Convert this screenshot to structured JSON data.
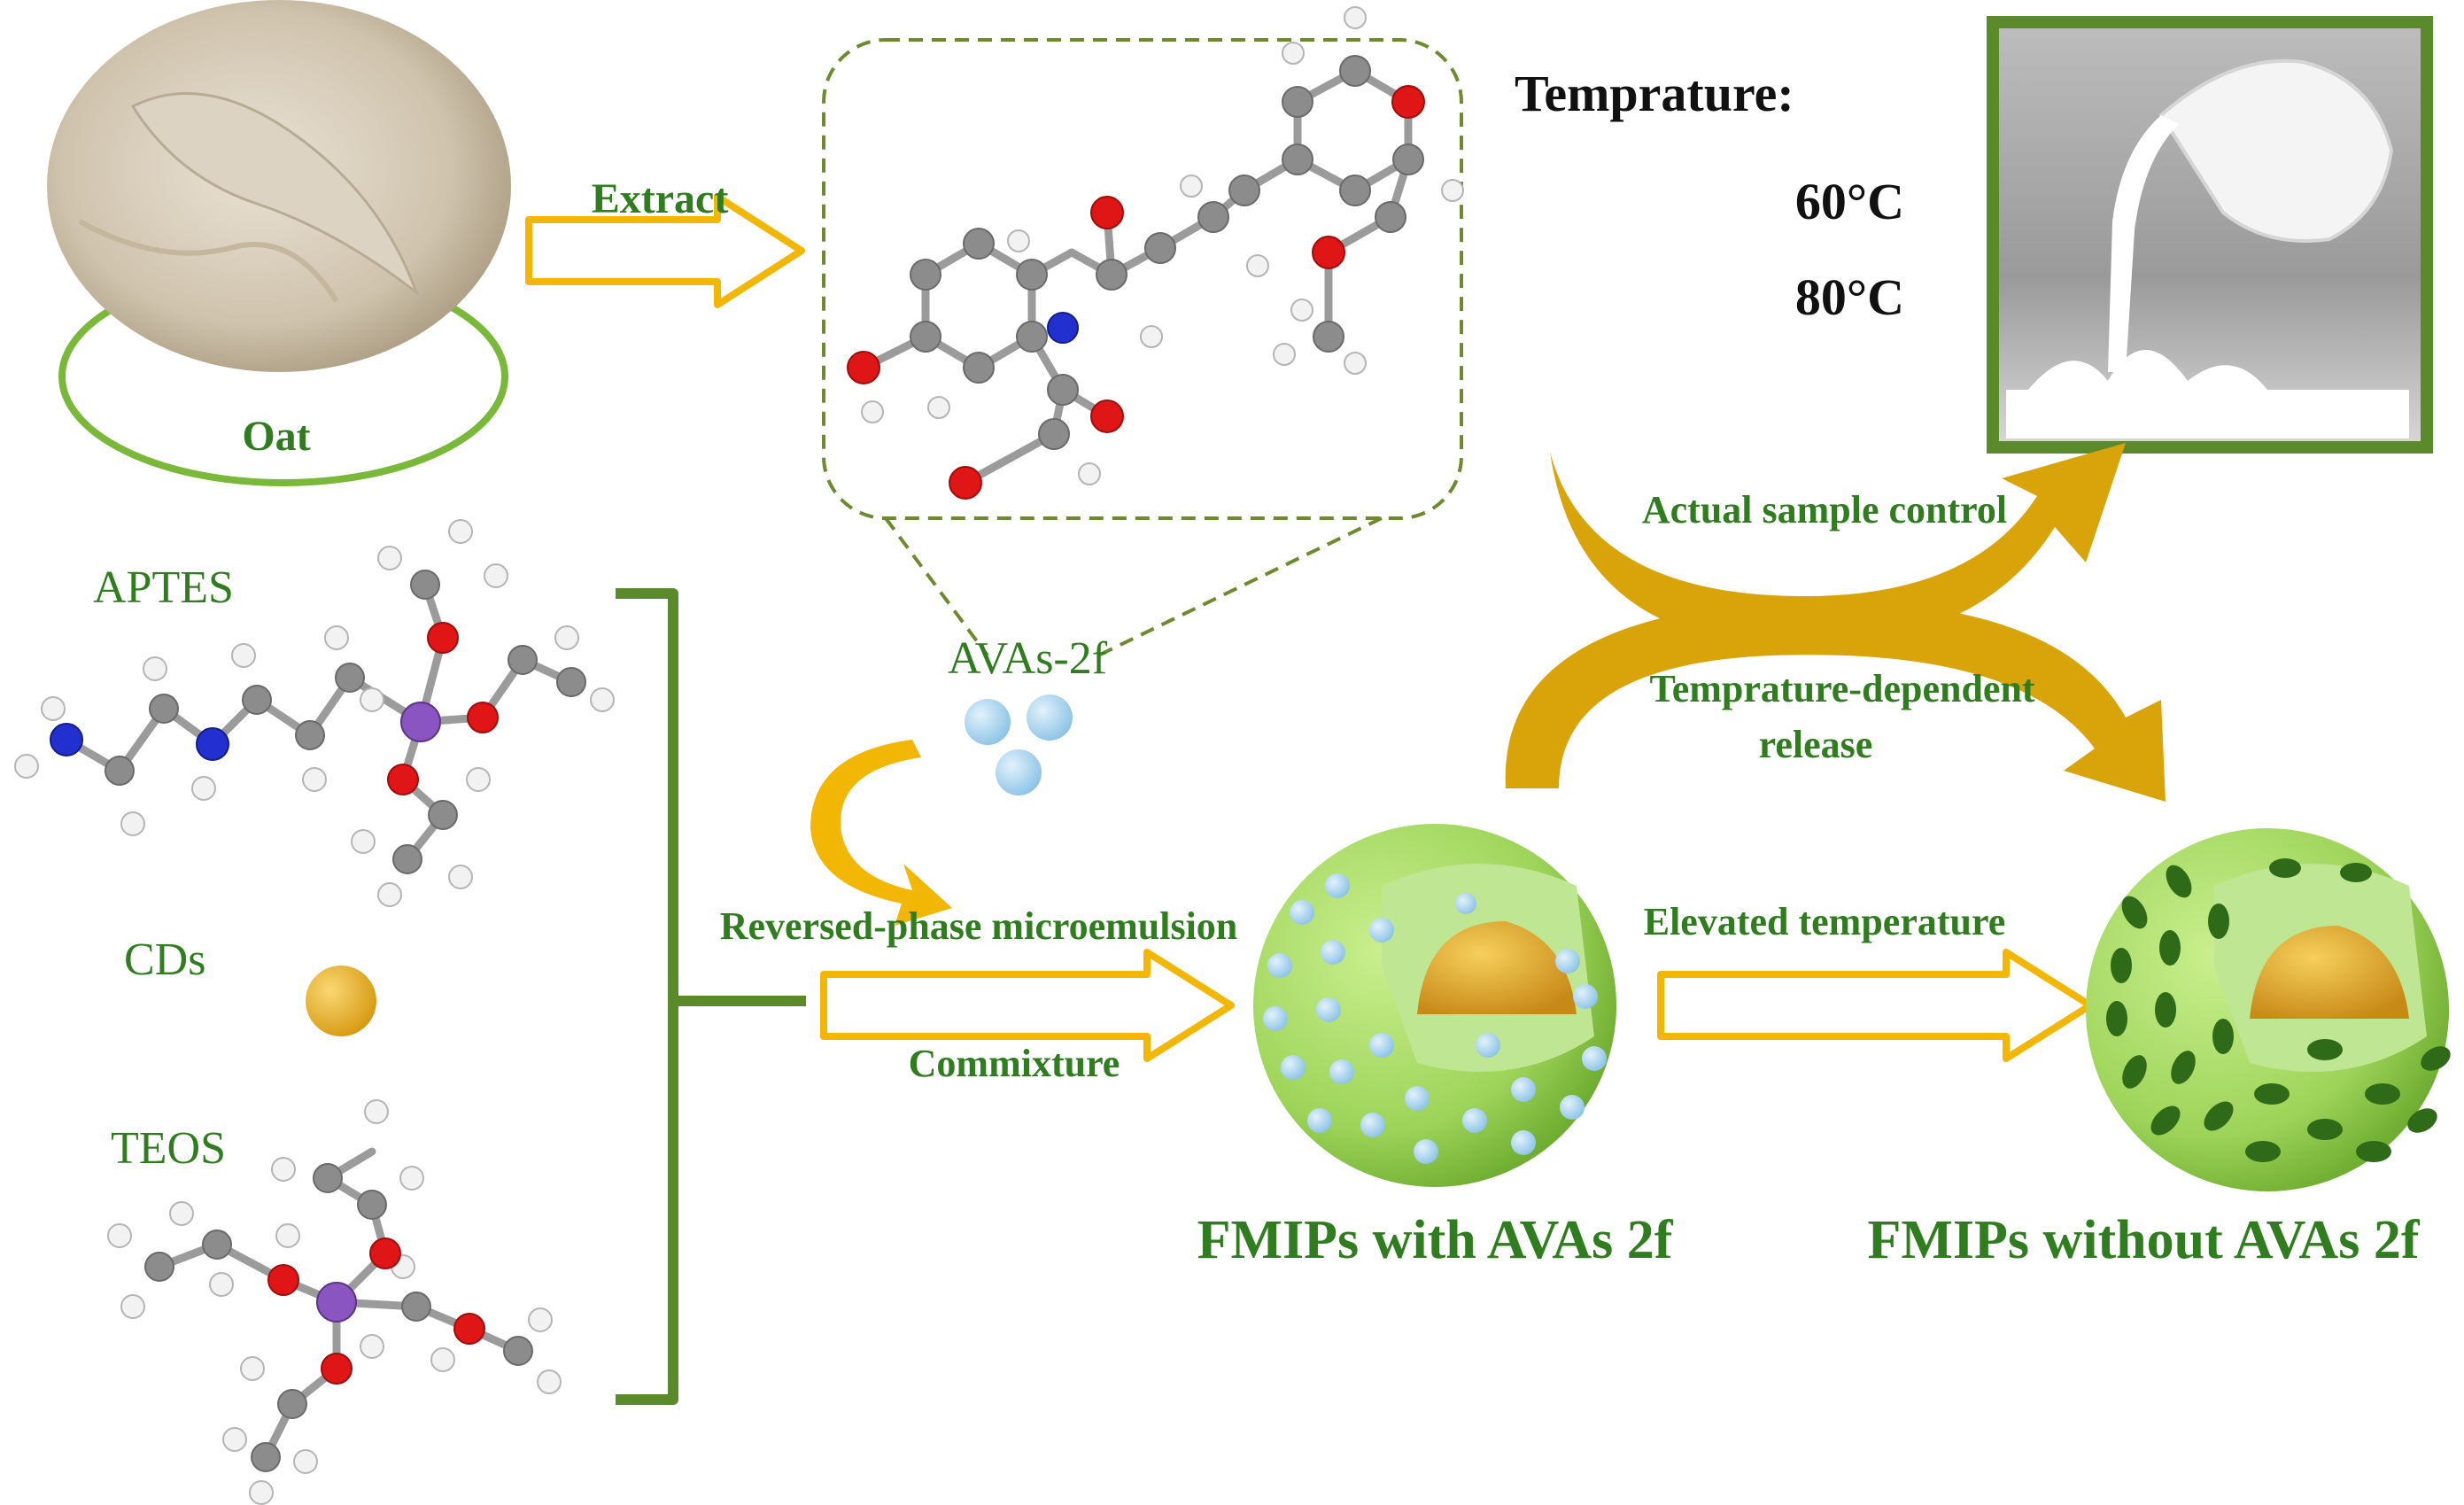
{
  "labels": {
    "oat": "Oat",
    "extract": "Extract",
    "temperature_title": "Temprature:",
    "temp_60": "60°C",
    "temp_80": "80°C",
    "avas": "AVAs-2f",
    "aptes": "APTES",
    "cds": "CDs",
    "teos": "TEOS",
    "actual_sample": "Actual sample control",
    "temp_release_1": "Temprature-dependent",
    "temp_release_2": "release",
    "reversed_phase": "Reversed-phase microemulsion",
    "commixture": "Commixture",
    "elevated": "Elevated temperature",
    "fmips_with": "FMIPs with AVAs 2f",
    "fmips_without": "FMIPs without AVAs 2f"
  },
  "colors": {
    "label_green": "#2f7d1f",
    "arrow_yellow": "#f2b705",
    "arrow_gold": "#d9a40a",
    "frame_green": "#5a8a2a",
    "sphere_green": "#9ed45a",
    "core_gold": "#e0a62a",
    "dot_blue": "#a8d4ee"
  }
}
